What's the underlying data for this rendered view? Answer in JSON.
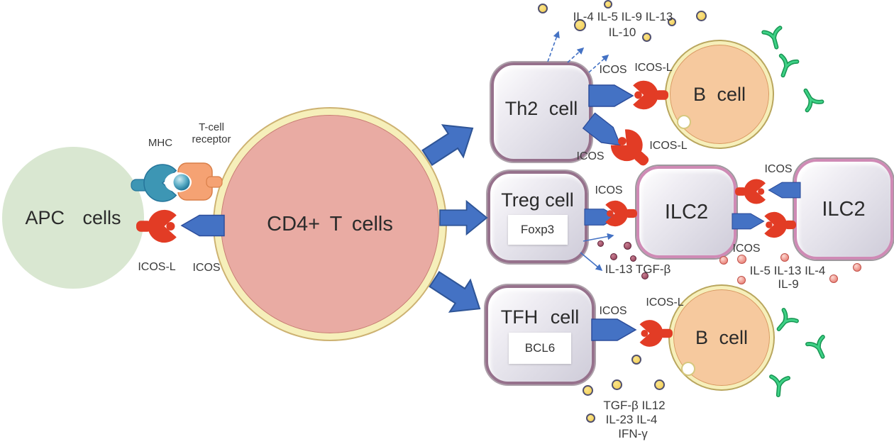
{
  "cells": {
    "apc": {
      "label": "APC cells"
    },
    "cd4": {
      "label": "CD4+ T cells"
    },
    "th2": {
      "label": "Th2 cell"
    },
    "treg": {
      "label": "Treg cell",
      "factor": "Foxp3"
    },
    "tfh": {
      "label": "TFH cell",
      "factor": "BCL6"
    },
    "ilc2_left": {
      "label": "ILC2"
    },
    "ilc2_right": {
      "label": "ILC2"
    },
    "bcell_top": {
      "label": "B cell"
    },
    "bcell_bottom": {
      "label": "B cell"
    }
  },
  "synapse": {
    "mhc": "MHC",
    "tcr_line1": "T-cell",
    "tcr_line2": "receptor",
    "icosl": "ICOS-L",
    "icos": "ICOS"
  },
  "interactions": {
    "th2_bcell": {
      "icos": "ICOS",
      "icosl": "ICOS-L"
    },
    "th2_ilc2": {
      "icos": "ICOS",
      "icosl": "ICOS-L"
    },
    "treg_ilc2": {
      "icos": "ICOS"
    },
    "ilc2_ilc2_top": {
      "icos": "ICOS"
    },
    "ilc2_ilc2_bottom": {
      "icos": "ICOS"
    },
    "tfh_bcell": {
      "icos": "ICOS",
      "icosl": "ICOS-L"
    }
  },
  "cytokines": {
    "th2": {
      "line1": "IL-4 IL-5 IL-9 IL-13",
      "line2": "IL-10"
    },
    "treg": {
      "line1": "IL-13 TGF-β"
    },
    "ilc2": {
      "line1": "IL-5 IL-13 IL-4",
      "line2": "IL-9"
    },
    "tfh": {
      "line1": "TGF-β IL12",
      "line2": "IL-23 IL-4",
      "line3": "IFN-γ"
    }
  },
  "icons": {
    "icos_arrow": "blue-block-arrow",
    "icos_l_receptor": "red-pacman-receptor",
    "mhc": "teal-receptor-with-peptide",
    "tcr": "orange-receptor",
    "antibody": "green-y-antibody",
    "cytokine_yellow": "yellow-dot",
    "cytokine_pink": "pink-dot",
    "cytokine_maroon": "maroon-dot"
  },
  "colors": {
    "arrow_blue": "#4472c4",
    "arrow_blue_dark": "#2f5597",
    "receptor_red": "#e23c25",
    "helper_cell_fill": "#dcdae4",
    "helper_cell_border": "#96718c",
    "ilc2_border": "#cf8ab5",
    "apc_fill": "#d9e7d1",
    "cd4_fill": "#e9aba3",
    "bcell_fill": "#f6c99e",
    "membrane_yellow": "#f6efba",
    "cytokine_yellow": "#f2cb4e",
    "cytokine_pink": "#e4695f",
    "cytokine_maroon": "#8a3a52",
    "antibody_green": "#25bb66",
    "mhc_teal": "#3d96b4",
    "tcr_orange": "#f5a273"
  }
}
